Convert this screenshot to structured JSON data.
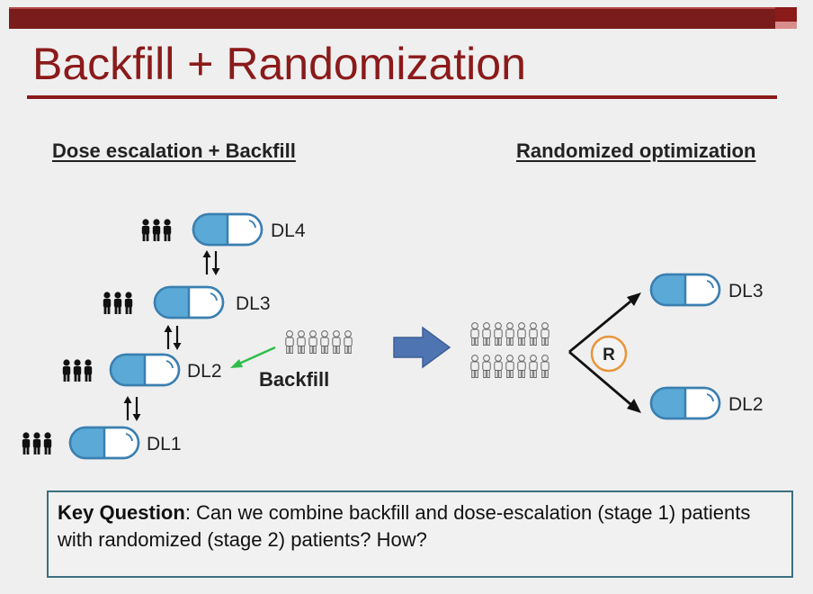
{
  "slide": {
    "title": "Backfill + Randomization"
  },
  "left_section": {
    "heading": "Dose escalation + Backfill",
    "levels": [
      "DL4",
      "DL3",
      "DL2",
      "DL1"
    ],
    "backfill_label": "Backfill"
  },
  "right_section": {
    "heading": "Randomized optimization",
    "randomize_label": "R",
    "arms": [
      "DL3",
      "DL2"
    ]
  },
  "key_question": {
    "label": "Key Question",
    "text": ": Can we combine backfill and dose-escalation (stage 1) patients with randomized (stage 2) patients? How?"
  },
  "colors": {
    "title": "#8b1a1a",
    "pill_fill": "#5aa9d6",
    "pill_stroke": "#3a7fb0",
    "backfill_arrow": "#2ebd4b",
    "big_arrow": "#4e74b2",
    "randomize_circle": "#e8953a",
    "box_border": "#3a6f7f"
  },
  "icons": [
    "people-group-icon",
    "pill-icon",
    "swap-arrows-icon",
    "outline-people-icon",
    "right-arrow-icon"
  ]
}
